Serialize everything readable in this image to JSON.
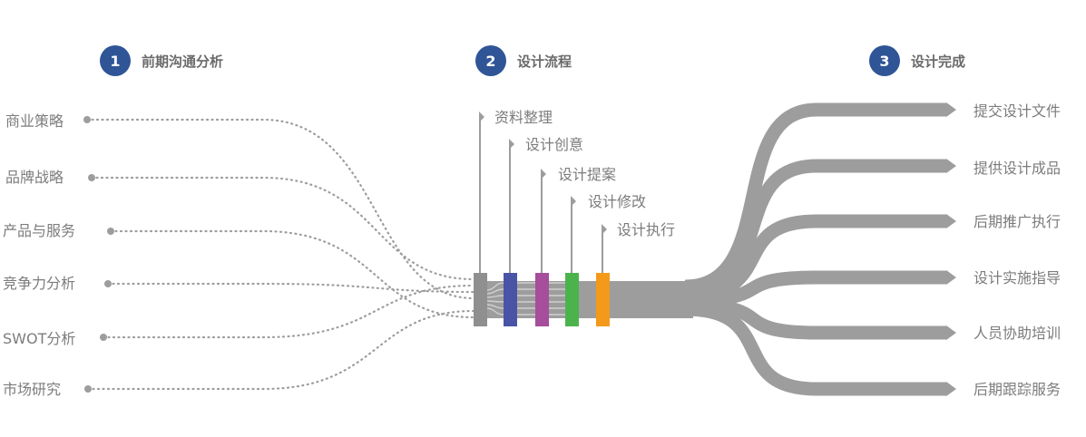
{
  "colors": {
    "badge": "#2f5597",
    "gray": "#9d9d9d",
    "dark_gray": "#8f8f8f",
    "text": "#7c7c7c",
    "step_blue": "#4a54a6",
    "step_purple": "#a64d9c",
    "step_green": "#4cb34c",
    "step_orange": "#f39a1a"
  },
  "steps": [
    {
      "number": "1",
      "title": "前期沟通分析"
    },
    {
      "number": "2",
      "title": "设计流程"
    },
    {
      "number": "3",
      "title": "设计完成"
    }
  ],
  "inputs": [
    "商业策略",
    "品牌战略",
    "产品与服务",
    "竞争力分析",
    "SWOT分析",
    "市场研究"
  ],
  "process": [
    "资料整理",
    "设计创意",
    "设计提案",
    "设计修改",
    "设计执行"
  ],
  "outputs": [
    "提交设计文件",
    "提供设计成品",
    "后期推广执行",
    "设计实施指导",
    "人员协助培训",
    "后期跟踪服务"
  ]
}
